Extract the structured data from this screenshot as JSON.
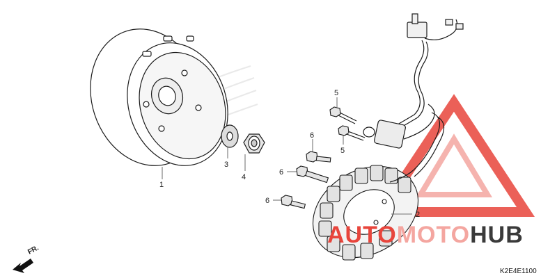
{
  "parts": [
    {
      "id": "flywheel",
      "number": "1"
    },
    {
      "id": "stator",
      "number": "2"
    },
    {
      "id": "washer",
      "number": "3"
    },
    {
      "id": "nut",
      "number": "4"
    },
    {
      "id": "bolt-upper-a",
      "number": "5"
    },
    {
      "id": "bolt-upper-b",
      "number": "5"
    },
    {
      "id": "bolt-a",
      "number": "6"
    },
    {
      "id": "bolt-b",
      "number": "6"
    },
    {
      "id": "bolt-c",
      "number": "6"
    }
  ],
  "direction_label": "FR.",
  "diagram_code": "K2E4E1100",
  "watermark": {
    "part1": "AUTO",
    "part2": "MOTO",
    "part3": "HUB",
    "color_accent": "#e8453c",
    "color_light": "#f4a6a0",
    "color_dark": "#3a3a3a"
  },
  "line_color": "#1a1a1a"
}
